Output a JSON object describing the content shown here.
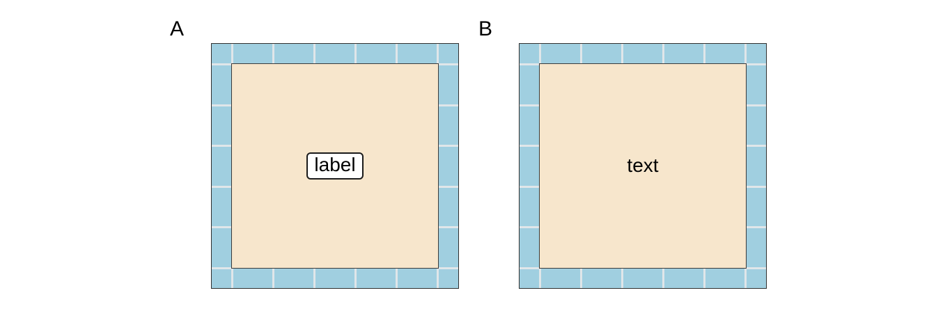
{
  "figure": {
    "background": "#FFFFFF",
    "panels": [
      {
        "letter": "A",
        "center_text": "label",
        "center_style": "boxed"
      },
      {
        "letter": "B",
        "center_text": "text",
        "center_style": "plain"
      }
    ],
    "colors": {
      "tile_blue": "#A0CFE0",
      "tile_gap": "#E0E6E9",
      "inner_beige": "#F7E6CC",
      "frame_border": "#2E2E2E",
      "inner_border": "#3A3A3A",
      "label_box_bg": "#FFFFFF",
      "label_box_border": "#1A1A1A",
      "text": "#000000"
    }
  }
}
